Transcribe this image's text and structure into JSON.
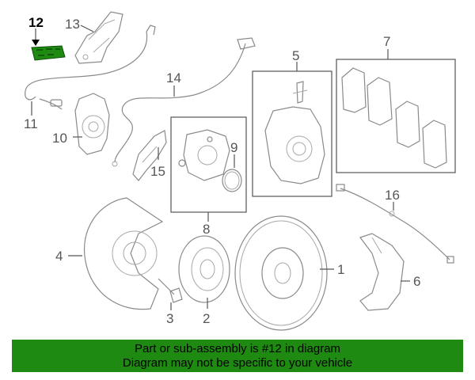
{
  "callouts": {
    "c1": "1",
    "c2": "2",
    "c3": "3",
    "c4": "4",
    "c5": "5",
    "c6": "6",
    "c7": "7",
    "c8": "8",
    "c9": "9",
    "c10": "10",
    "c11": "11",
    "c12": "12",
    "c13": "13",
    "c14": "14",
    "c15": "15",
    "c16": "16"
  },
  "banner": {
    "line1": "Part or sub-assembly is #12 in diagram",
    "line2": "Diagram may not be specific to your vehicle"
  },
  "colors": {
    "banner_bg": "#1f8a12",
    "highlight_part": "#1f8a12",
    "line": "#555555"
  }
}
